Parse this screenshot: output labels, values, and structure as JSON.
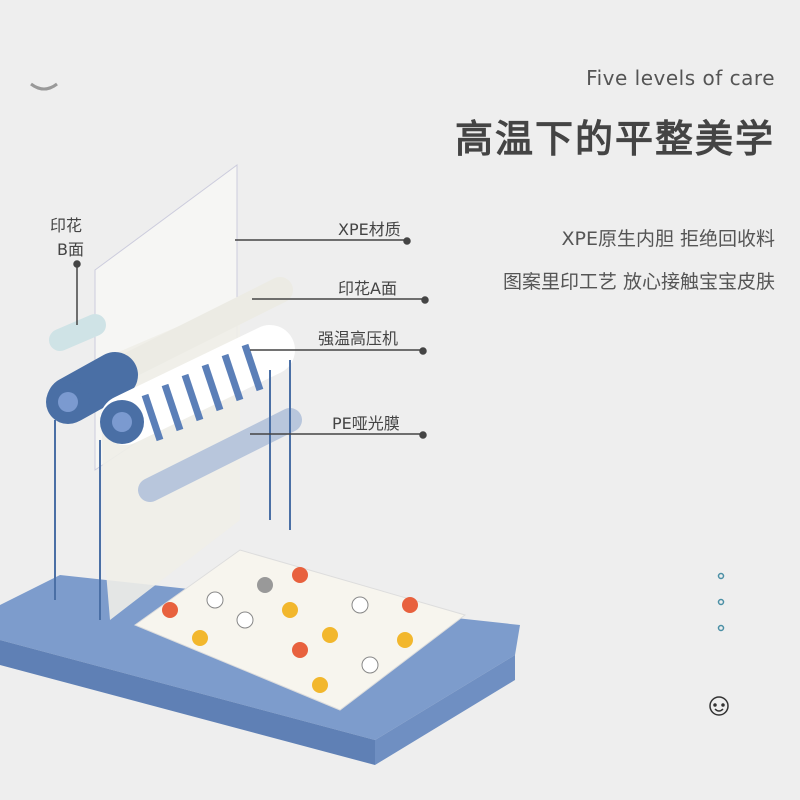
{
  "header": {
    "subtitle_en": "Five levels of care",
    "title": "高温下的平整美学"
  },
  "features": [
    "XPE原生内胆 拒绝回收料",
    "图案里印工艺 放心接触宝宝皮肤"
  ],
  "callouts": {
    "print_b": [
      "印花",
      "B面"
    ],
    "xpe": "XPE材质",
    "print_a": "印花A面",
    "press": "强温高压机",
    "pe_film": "PE哑光膜"
  },
  "colors": {
    "background": "#eeeeee",
    "accent_blue": "#4a6fa5",
    "roller_light": "#8fb0dc",
    "text": "#444444"
  }
}
